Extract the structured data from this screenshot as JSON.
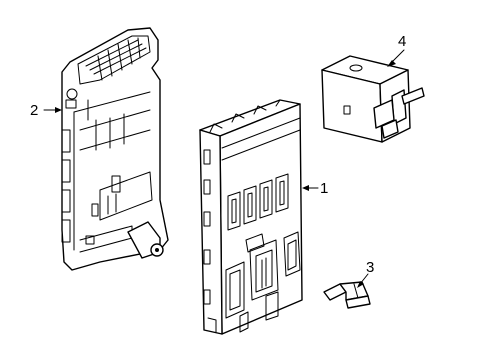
{
  "diagram": {
    "callouts": [
      {
        "id": "1",
        "label": "1",
        "part": "body-control-module"
      },
      {
        "id": "2",
        "label": "2",
        "part": "mounting-bracket"
      },
      {
        "id": "3",
        "label": "3",
        "part": "fuse"
      },
      {
        "id": "4",
        "label": "4",
        "part": "relay"
      }
    ]
  }
}
